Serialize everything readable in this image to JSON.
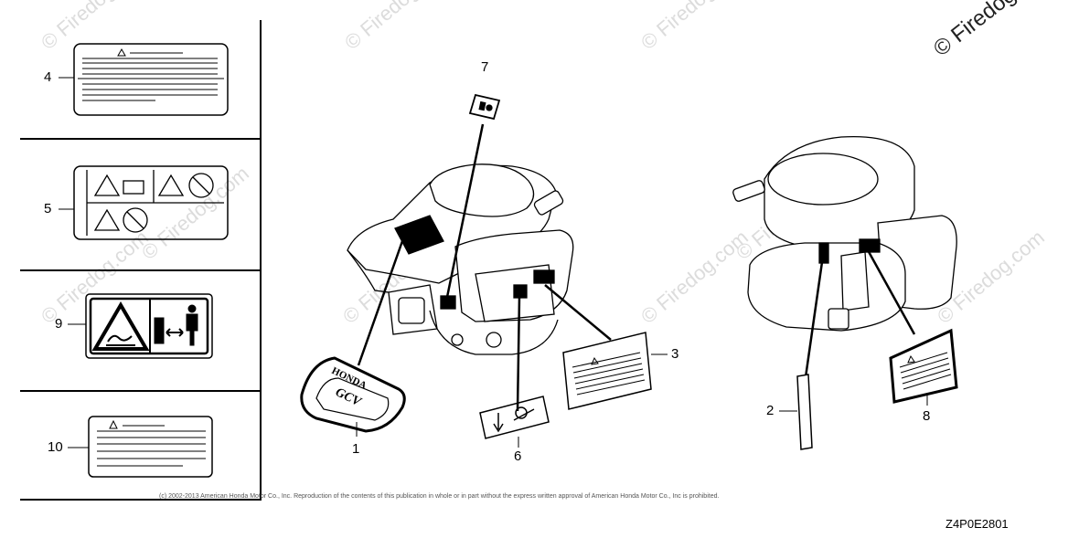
{
  "watermarks": {
    "text": "© Firedog.com",
    "corner_text": "© Firedog.com"
  },
  "callouts": {
    "c1": "1",
    "c2": "2",
    "c3": "3",
    "c4": "4",
    "c5": "5",
    "c6": "6",
    "c7": "7",
    "c8": "8",
    "c9": "9",
    "c10": "10"
  },
  "decal_text": {
    "brand": "HONDA",
    "model": "GCV"
  },
  "footer": {
    "copyright": "(c) 2002-2013 American Honda Motor Co., Inc. Reproduction of the contents of this publication in whole or in part without the express written approval of American Honda Motor Co., Inc is prohibited.",
    "diagram_code": "Z4P0E2801"
  }
}
